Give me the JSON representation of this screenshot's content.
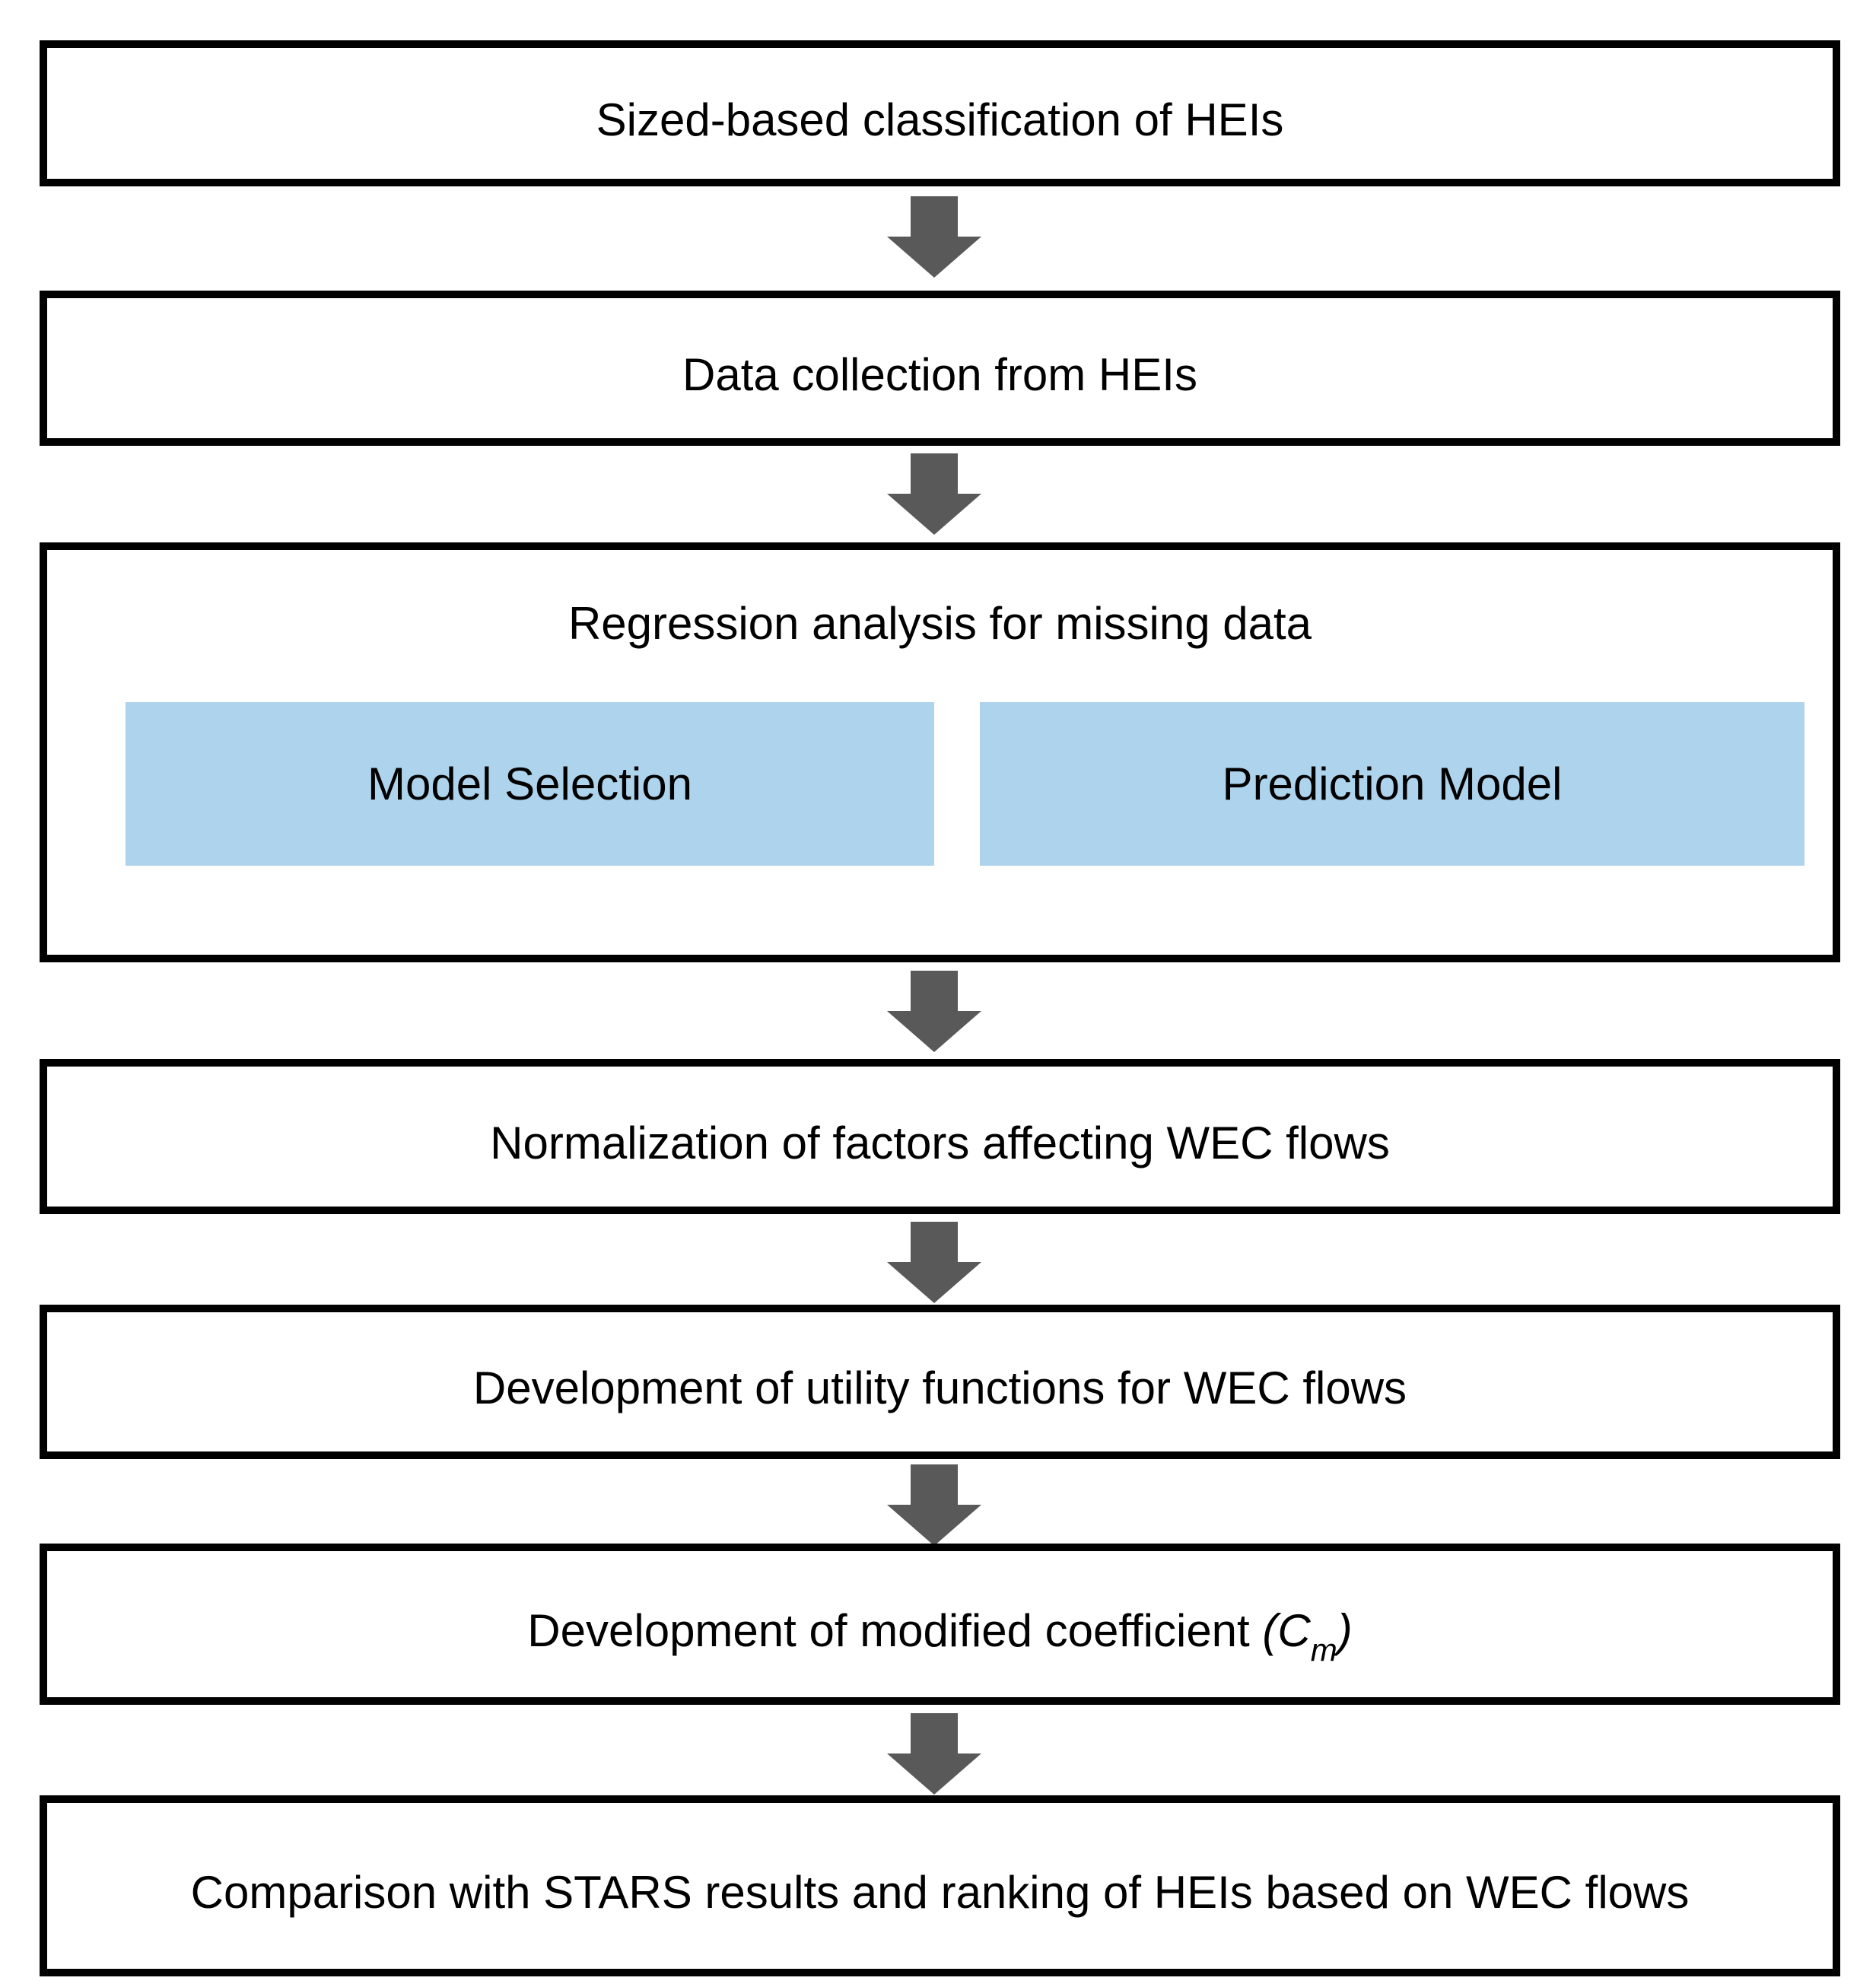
{
  "flowchart": {
    "step1": {
      "label": "Sized-based classification of HEIs"
    },
    "step2": {
      "label": "Data collection from HEIs"
    },
    "step3": {
      "title": "Regression analysis for missing data",
      "model_selection": "Model Selection",
      "prediction_model": "Prediction Model"
    },
    "step4": {
      "label": "Normalization of factors affecting WEC flows"
    },
    "step5": {
      "label": "Development of utility functions for WEC flows"
    },
    "step6": {
      "prefix": "Development of modified coefficient ",
      "coeff_open": "(C",
      "coeff_sub": "m",
      "coeff_close": ")"
    },
    "step7": {
      "label": "Comparison with STARS results and ranking of HEIs based on WEC flows"
    },
    "colors": {
      "box_border": "#000000",
      "box_fill": "#FFFFFF",
      "sub_box_fill": "#AED3EC",
      "arrow_fill": "#595959",
      "text": "#000000",
      "background": "#FFFFFF"
    }
  }
}
